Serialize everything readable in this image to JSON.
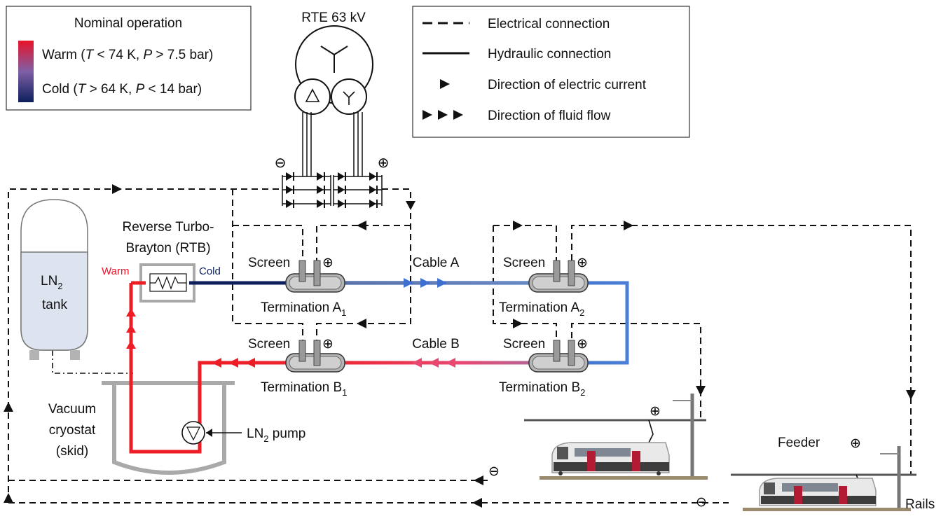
{
  "legend_nominal": {
    "title": "Nominal operation",
    "warm": {
      "a": "Warm (",
      "T": "T",
      "b": " < 74 K, ",
      "P": "P",
      "c": " > 7.5 bar)"
    },
    "cold": {
      "a": "Cold (",
      "T": "T",
      "b": " > 64 K, ",
      "P": "P",
      "c": " < 14 bar)"
    },
    "warm_color": "#e8132a",
    "cold_color": "#0c1f5c"
  },
  "legend_lines": {
    "electrical": "Electrical connection",
    "hydraulic": "Hydraulic connection",
    "current": "Direction of electric current",
    "fluid": "Direction of fluid flow"
  },
  "labels": {
    "rte": "RTE 63 kV",
    "minus": "⊖",
    "plus": "⊕",
    "rtb_line1": "Reverse Turbo-",
    "rtb_line2": "Brayton (RTB)",
    "warm": "Warm",
    "cold": "Cold",
    "tank_main": "LN",
    "tank_sub": "2",
    "tank_line2": "tank",
    "screen": "Screen",
    "cable_a": "Cable A",
    "cable_b": "Cable B",
    "term_a1": "Termination A",
    "term_a1_sub": "1",
    "term_a2": "Termination A",
    "term_a2_sub": "2",
    "term_b1": "Termination B",
    "term_b1_sub": "1",
    "term_b2": "Termination B",
    "term_b2_sub": "2",
    "cryo_1": "Vacuum",
    "cryo_2": "cryostat",
    "cryo_3": "(skid)",
    "pump_main": "LN",
    "pump_sub": "2",
    "pump_rest": " pump",
    "feeder": "Feeder",
    "rails": "Rails"
  },
  "colors": {
    "cable_a_start": "#0c1f5c",
    "cable_a_end": "#4a7fd6",
    "cable_b_start": "#ee1c25",
    "cable_b_mid": "#e8476f",
    "cable_b_end": "#8a7fc4",
    "tank_liquid": "#dde4f0",
    "termination": "#b5b5b5"
  }
}
